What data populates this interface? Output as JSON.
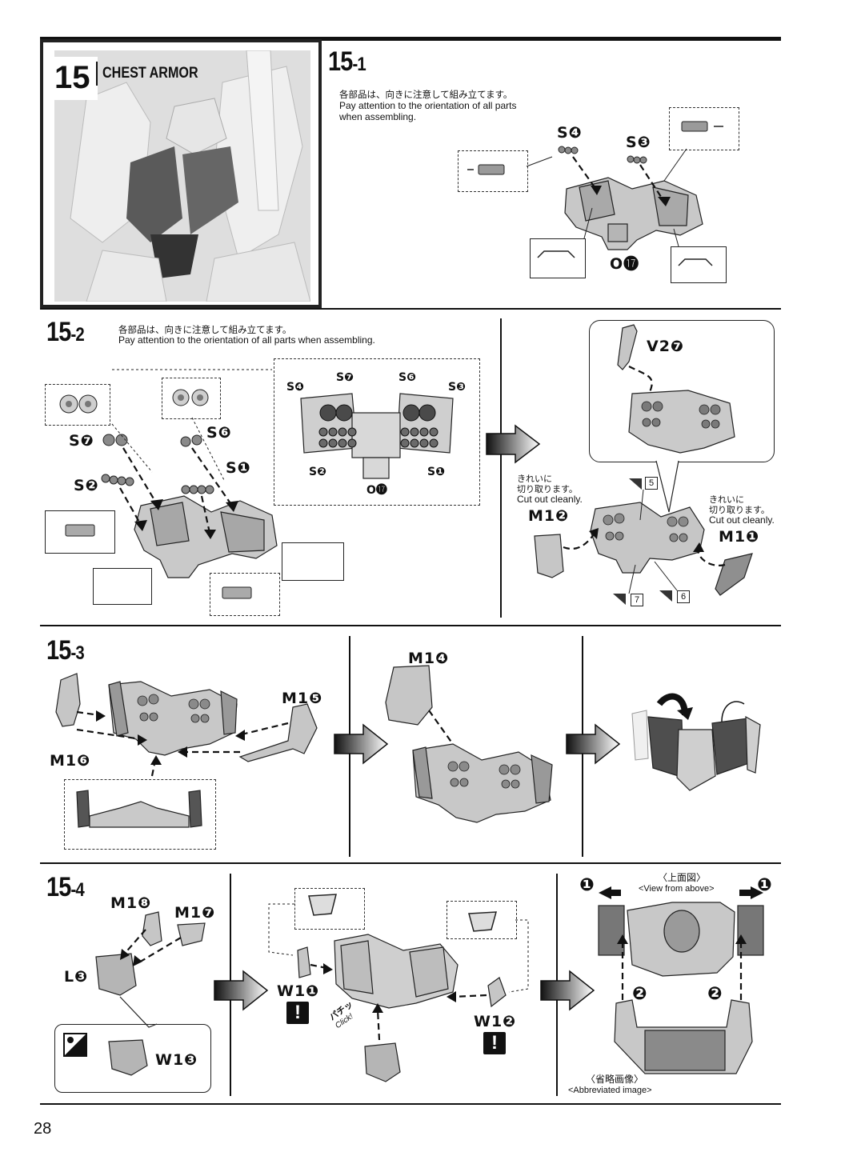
{
  "header": {
    "step_number": "15",
    "step_title": "CHEST ARMOR"
  },
  "steps": {
    "s1": {
      "number": "15",
      "sub": "-1",
      "jp_note": "各部品は、向きに注意して組み立てます。",
      "en_note_line1": "Pay attention to the orientation of all parts",
      "en_note_line2": "when assembling.",
      "labels": {
        "a": "S❹",
        "b": "S❸",
        "c": "O⓱"
      }
    },
    "s2": {
      "number": "15",
      "sub": "-2",
      "jp_note": "各部品は、向きに注意して組み立てます。",
      "en_note": "Pay attention to the orientation of all parts when assembling.",
      "labels": {
        "s7": "S❼",
        "s6": "S❻",
        "s1": "S❶",
        "s2": "S❷",
        "box_s4": "S❹",
        "box_s7": "S❼",
        "box_s6": "S❻",
        "box_s3": "S❸",
        "box_s2": "S❷",
        "box_s1": "S❶",
        "box_o17": "O⓱",
        "v2": "V2❼",
        "m1_2": "M1❷",
        "m1_1": "M1❶"
      },
      "cut_left_jp1": "きれいに",
      "cut_left_jp2": "切り取ります。",
      "cut_left_en": "Cut out cleanly.",
      "cut_right_jp1": "きれいに",
      "cut_right_jp2": "切り取ります。",
      "cut_right_en": "Cut out cleanly.",
      "tags": {
        "t5": "5",
        "t7": "7",
        "t6": "6"
      }
    },
    "s3": {
      "number": "15",
      "sub": "-3",
      "labels": {
        "m1_5": "M1❺",
        "m1_6": "M1❻",
        "m1_4": "M1❹"
      }
    },
    "s4": {
      "number": "15",
      "sub": "-4",
      "labels": {
        "m1_8": "M1❽",
        "m1_7": "M1❼",
        "l3": "L❸",
        "w1_3": "W1❸",
        "w1_1": "W1❶",
        "w1_2": "W1❷",
        "click_jp": "パチッ",
        "click_en": "Click!",
        "n1": "❶",
        "n2": "❷"
      },
      "warn_mark": "!",
      "view_jp": "〈上面図〉",
      "view_en": "<View from above>",
      "abbr_jp": "〈省略画像〉",
      "abbr_en": "<Abbreviated image>"
    }
  },
  "page_number": "28",
  "colors": {
    "ink": "#111111",
    "photo_bg": "#d9d9d9",
    "part_gray": "#8a8a8a",
    "part_dark": "#4a4a4a"
  }
}
